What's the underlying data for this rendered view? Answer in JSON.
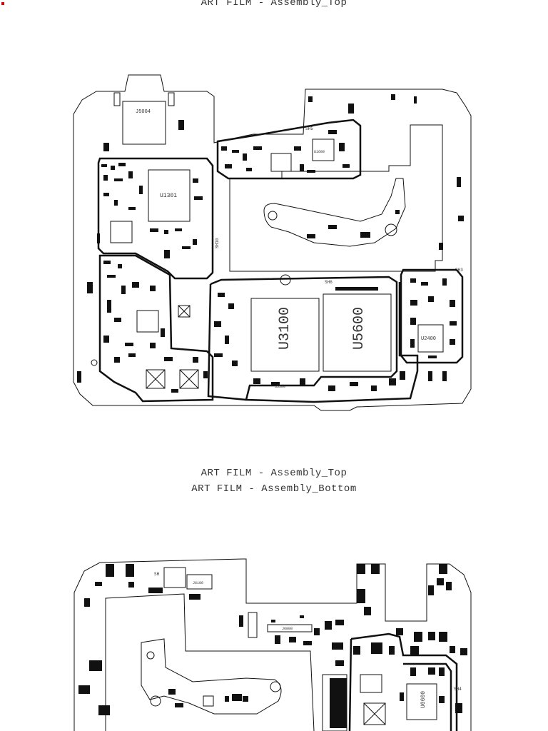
{
  "captions": {
    "top_header": "ART FILM - Assembly_Top",
    "mid_top": "ART FILM - Assembly_Top",
    "mid_bottom": "ART FILM - Assembly_Bottom"
  },
  "top_board": {
    "labels": {
      "j5004": "J5004",
      "u1301": "U1301",
      "u3100": "U3100",
      "u5600": "U5600",
      "u2400": "U2400",
      "sh5": "SH5",
      "sh6": "SH6",
      "sh3": "SH3",
      "sh10": "SH10",
      "u1600": "U1600",
      "u5500": "U5500"
    }
  },
  "bottom_board": {
    "labels": {
      "sh": "SH",
      "sh4": "SH4",
      "j6100": "J6100",
      "j6800": "J6800",
      "u0600": "U0600"
    }
  },
  "colors": {
    "marker": "#e00000",
    "line": "#111111"
  }
}
